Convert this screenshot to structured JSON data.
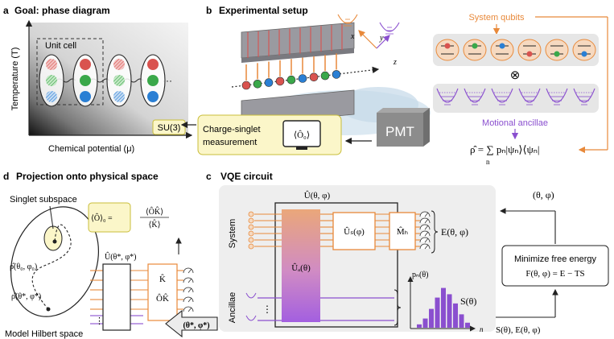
{
  "panel_a": {
    "letter": "a",
    "title": "Goal: phase diagram",
    "unit_cell": "Unit cell",
    "ylabel": "Temperature (T)",
    "xlabel": "Chemical potential (μ)",
    "su3": "SU(3)",
    "dots": "···"
  },
  "panel_b": {
    "letter": "b",
    "title": "Experimental setup",
    "system_qubits": "System qubits",
    "otimes": "⊗",
    "motional_ancillae": "Motional ancillae",
    "pmt": "PMT",
    "charge_singlet_1": "Charge-singlet",
    "charge_singlet_2": "measurement",
    "o0": "⟨Ô₀⟩",
    "rho": "ρ̂ = ∑ pₙ|ψₙ⟩⟨ψₙ|",
    "rho_sub": "n",
    "axis_x": "x",
    "axis_y": "y",
    "axis_z": "z"
  },
  "panel_c": {
    "letter": "c",
    "title": "VQE circuit",
    "u_top": "Û(θ, φ)",
    "system": "System",
    "ancillae": "Ancillae",
    "ua": "Ûₐ(θ)",
    "us": "Ûₛ(φ)",
    "mh": "M̂ₕ",
    "energy": "E(θ, φ)",
    "pn": "pₙ(θ)",
    "entropy": "S(θ)",
    "n_axis": "n",
    "minimize_1": "Minimize free energy",
    "minimize_2": "F(θ, φ) = E − TS",
    "params": "(θ, φ)",
    "feedback": "S(θ), E(θ, φ)",
    "vdots": "⋮",
    "pn_values": [
      0.08,
      0.22,
      0.45,
      0.72,
      0.95,
      0.8,
      0.58,
      0.32,
      0.12
    ]
  },
  "panel_d": {
    "letter": "d",
    "title": "Projection onto physical space",
    "singlet_subspace": "Singlet subspace",
    "o_ratio_lhs": "⟨Ô⟩₀ =",
    "o_ratio_num": "⟨ÔK̂⟩",
    "o_ratio_den": "⟨K̂⟩",
    "rho0": "ρ̂(θ₀, φ₀)",
    "rho_star": "ρ̂(θ*, φ*)",
    "model_hilbert": "Model Hilbert space",
    "u_star": "Û(θ*, φ*)",
    "k_hat": "K̂",
    "ok_hat": "ÔK̂",
    "arrow_label": "(θ*, φ*)",
    "vdots": "⋮"
  },
  "colors": {
    "orange": "#e8893a",
    "purple": "#8a4fcf",
    "red": "#d9534f",
    "green": "#3aa84a",
    "blue": "#2a7fd4",
    "panel_bg": "#eeeeee",
    "yellow": "#fbf6c9"
  }
}
